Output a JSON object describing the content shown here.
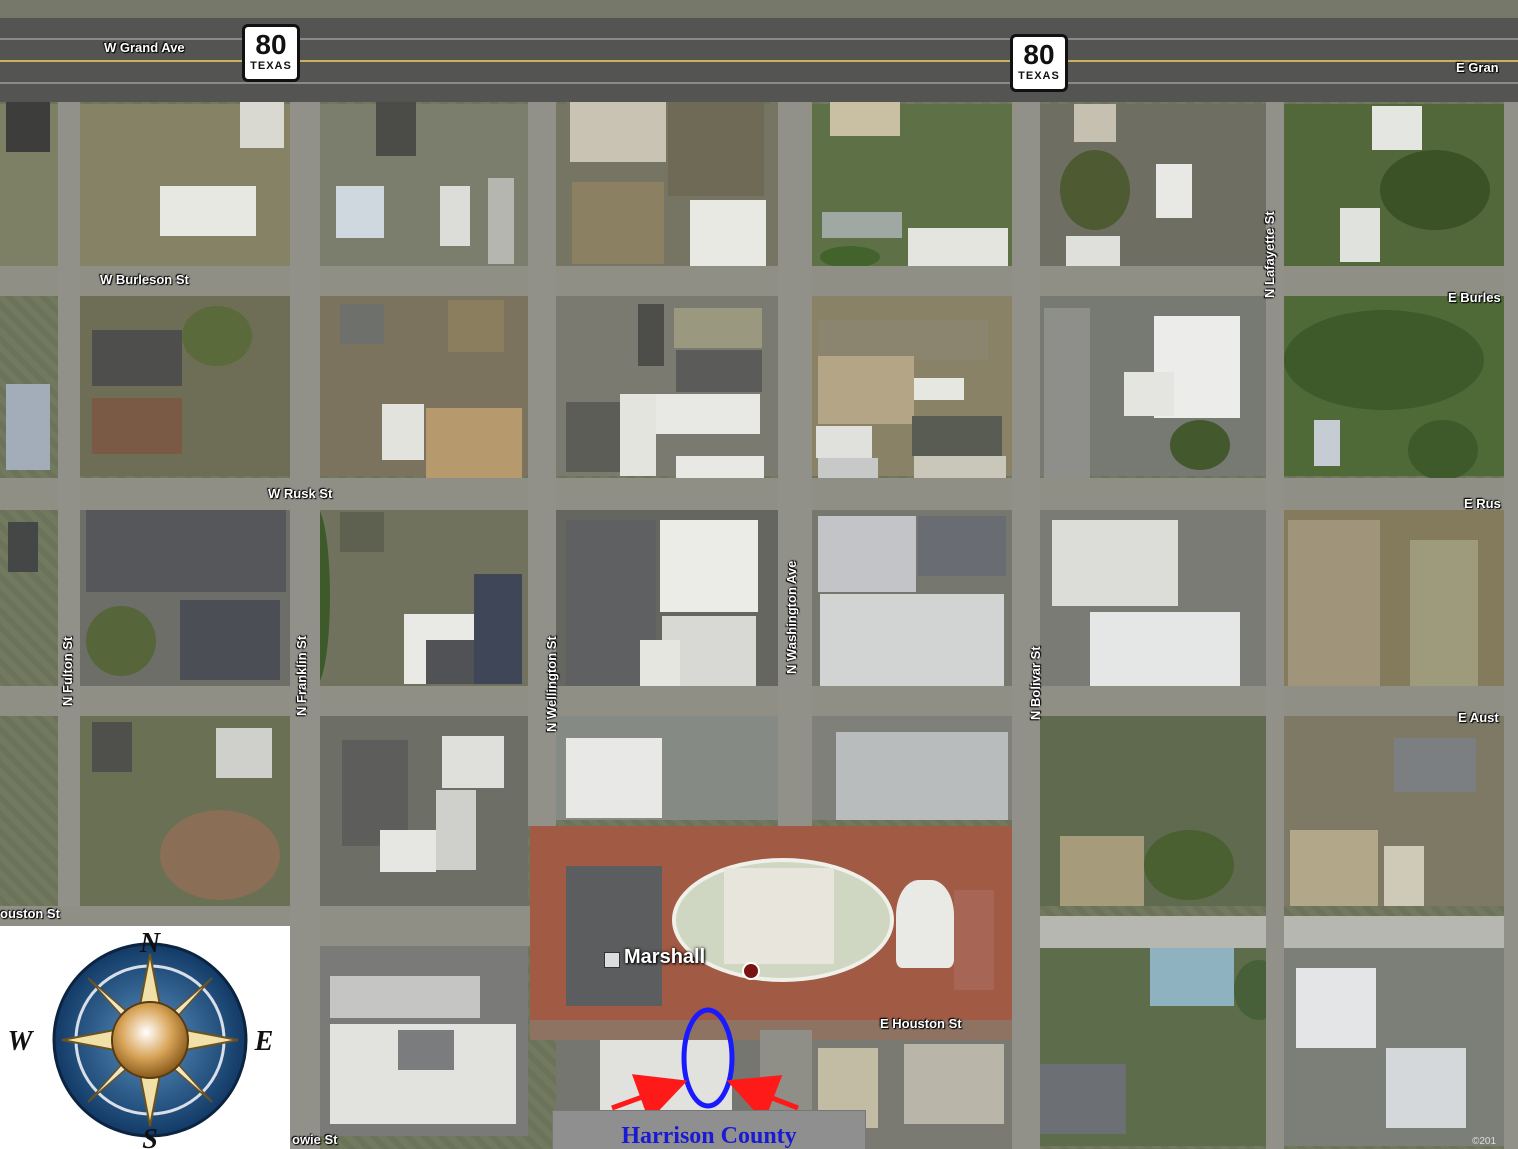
{
  "streets": {
    "w_grand_ave": "W Grand Ave",
    "e_grand_ave": "E Gran",
    "w_burleson_st": "W Burleson St",
    "e_burleson_st": "E Burles",
    "w_rusk_st": "W Rusk St",
    "e_rusk_st": "E Rus",
    "e_austin_st": "E Aust",
    "houston_st_west": "ouston St",
    "e_houston_st": "E Houston St",
    "bowie_st": "owie St",
    "n_fulton_st": "N Fulton St",
    "n_franklin_st": "N Franklin St",
    "n_wellington_st": "N Wellington St",
    "n_washington_ave": "N Washington Ave",
    "n_bolivar_st": "N Bolivar St",
    "n_lafayette_st": "N Lafayette St"
  },
  "highway_shields": [
    {
      "number": "80",
      "state": "TEXAS"
    },
    {
      "number": "80",
      "state": "TEXAS"
    }
  ],
  "place_label": "Marshall",
  "compass": {
    "north": "N",
    "south": "S",
    "east": "E",
    "west": "W"
  },
  "caption": "Harrison County",
  "copyright": "©201",
  "colors": {
    "highlight_ellipse": "#1a1aff",
    "arrows": "#ff1a1a",
    "caption_text": "#1a1ad2",
    "plaza_brick": "#a15a44"
  }
}
